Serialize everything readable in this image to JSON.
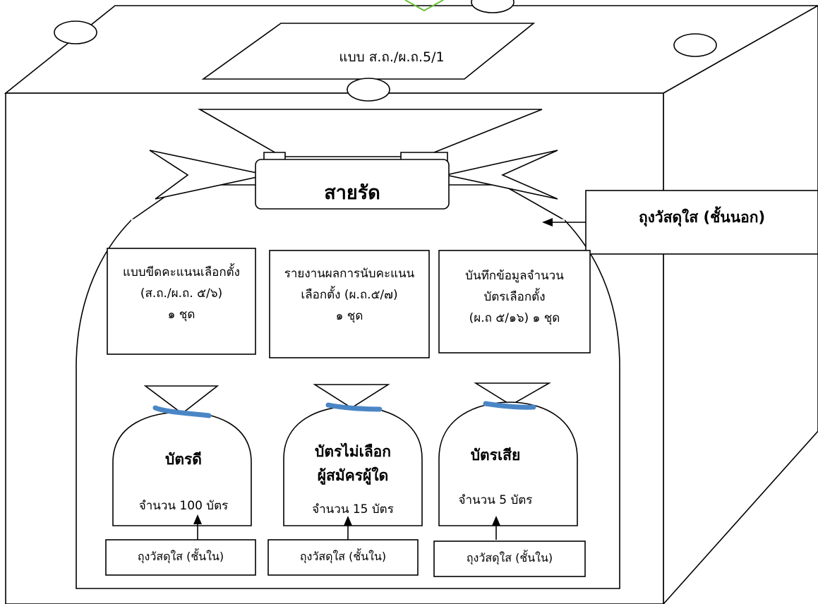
{
  "form_label": "แบบ ส.ถ./ผ.ถ.5/1",
  "strap_label": "สายรัด",
  "outer_bag_label": "ถุงวัสดุใส (ชั้นนอก)",
  "documents": [
    {
      "lines": "แบบขีดคะแนนเลือกตั้ง\n(ส.ถ./ผ.ถ. ๕/๖)\n๑ ชุด"
    },
    {
      "lines": "รายงานผลการนับคะแนน\nเลือกตั้ง (ผ.ถ.๕/๗)\n๑ ชุด"
    },
    {
      "lines": "บันทึกข้อมูลจำนวน\nบัตรเลือกตั้ง\n(ผ.ถ ๕/๑๖)  ๑ ชุด"
    }
  ],
  "bags": [
    {
      "title": "บัตรดี",
      "count": "จำนวน 100 บัตร",
      "inner_label": "ถุงวัสดุใส (ชั้นใน)"
    },
    {
      "title": "บัตรไม่เลือก\nผู้สมัครผู้ใด",
      "count": "จำนวน 15 บัตร",
      "inner_label": "ถุงวัสดุใส (ชั้นใน)"
    },
    {
      "title": "บัตรเสีย",
      "count": "จำนวน 5 บัตร",
      "inner_label": "ถุงวัสดุใส (ชั้นใน)"
    }
  ],
  "colors": {
    "tie": "#4a86c5",
    "tie_dark": "#2f5f9a",
    "corner_mark": "#6abf3a",
    "line": "#000000"
  }
}
